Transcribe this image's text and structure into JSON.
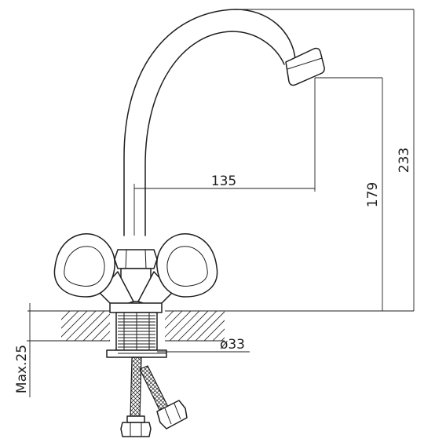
{
  "dimensions": {
    "spout_reach": "135",
    "spout_height": "179",
    "total_height": "233",
    "base_diameter": "ø33",
    "max_counter_thickness": "Max.25"
  },
  "colors": {
    "line": "#1e1e1e",
    "background": "#ffffff"
  }
}
